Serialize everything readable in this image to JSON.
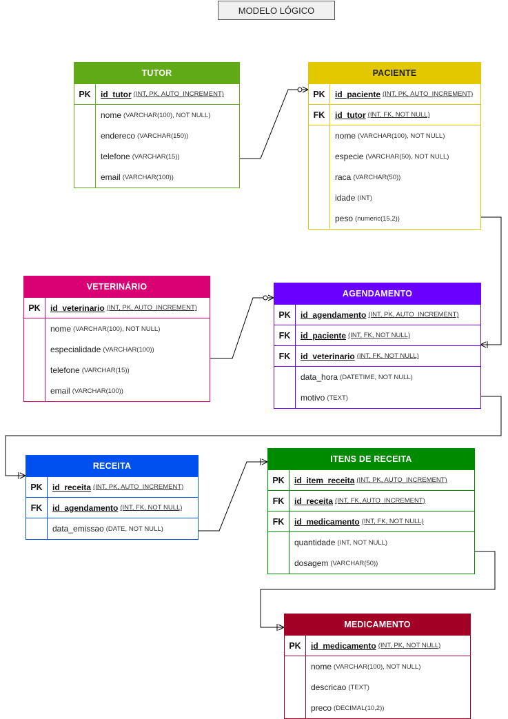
{
  "title": "MODELO LÓGICO",
  "colors": {
    "tutor": "#60a917",
    "paciente": "#e3c800",
    "veterinario": "#d80073",
    "agendamento": "#6a00ff",
    "receita": "#0050ef",
    "itens_receita": "#008a00",
    "medicamento": "#a20025"
  },
  "entities": {
    "tutor": {
      "name": "TUTOR",
      "keys": [
        {
          "tag": "PK",
          "field": "id_tutor",
          "type": "(INT, PK, AUTO_INCREMENT)"
        }
      ],
      "attrs": [
        {
          "field": "nome",
          "type": "(VARCHAR(100), NOT NULL)"
        },
        {
          "field": "endereco",
          "type": "(VARCHAR(150))"
        },
        {
          "field": "telefone",
          "type": "(VARCHAR(15))"
        },
        {
          "field": "email",
          "type": "(VARCHAR(100))"
        }
      ]
    },
    "paciente": {
      "name": "PACIENTE",
      "keys": [
        {
          "tag": "PK",
          "field": "id_paciente",
          "type": "(INT, PK, AUTO_INCREMENT)"
        },
        {
          "tag": "FK",
          "field": "id_tutor",
          "type": "(INT, FK, NOT NULL)"
        }
      ],
      "attrs": [
        {
          "field": "nome",
          "type": "(VARCHAR(100), NOT NULL)"
        },
        {
          "field": "especie",
          "type": "(VARCHAR(50), NOT NULL)"
        },
        {
          "field": "raca",
          "type": "(VARCHAR(50))"
        },
        {
          "field": "idade",
          "type": "(INT)"
        },
        {
          "field": "peso",
          "type": "(numeric(15,2))"
        }
      ]
    },
    "veterinario": {
      "name": "VETERINÁRIO",
      "keys": [
        {
          "tag": "PK",
          "field": "id_veterinario",
          "type": "(INT, PK, AUTO_INCREMENT)"
        }
      ],
      "attrs": [
        {
          "field": "nome",
          "type": "(VARCHAR(100), NOT NULL)"
        },
        {
          "field": "especialidade",
          "type": "(VARCHAR(100))"
        },
        {
          "field": "telefone",
          "type": "(VARCHAR(15))"
        },
        {
          "field": "email",
          "type": "(VARCHAR(100))"
        }
      ]
    },
    "agendamento": {
      "name": "AGENDAMENTO",
      "keys": [
        {
          "tag": "PK",
          "field": "id_agendamento",
          "type": "(INT, PK, AUTO_INCREMENT)"
        },
        {
          "tag": "FK",
          "field": "id_paciente",
          "type": "(INT, FK, NOT NULL)"
        },
        {
          "tag": "FK",
          "field": "id_veterinario",
          "type": "(INT, FK, NOT NULL)"
        }
      ],
      "attrs": [
        {
          "field": "data_hora",
          "type": "(DATETIME, NOT NULL)"
        },
        {
          "field": "motivo",
          "type": "(TEXT)"
        }
      ]
    },
    "receita": {
      "name": "RECEITA",
      "keys": [
        {
          "tag": "PK",
          "field": "id_receita",
          "type": "(INT, PK, AUTO_INCREMENT)"
        },
        {
          "tag": "FK",
          "field": "id_agendamento",
          "type": "(INT, FK, NOT NULL)"
        }
      ],
      "attrs": [
        {
          "field": "data_emissao",
          "type": "(DATE, NOT NULL)"
        }
      ]
    },
    "itens_receita": {
      "name": "ITENS DE RECEITA",
      "keys": [
        {
          "tag": "PK",
          "field": "id_item_receita",
          "type": "(INT, PK, AUTO_INCREMENT)"
        },
        {
          "tag": "FK",
          "field": "id_receita",
          "type": "(INT, FK, AUTO_INCREMENT)"
        },
        {
          "tag": "FK",
          "field": "id_medicamento",
          "type": "(INT, FK, NOT NULL)"
        }
      ],
      "attrs": [
        {
          "field": "quantidade",
          "type": "(INT, NOT NULL)"
        },
        {
          "field": "dosagem",
          "type": "(VARCHAR(50))"
        }
      ]
    },
    "medicamento": {
      "name": "MEDICAMENTO",
      "keys": [
        {
          "tag": "PK",
          "field": "id_medicamento",
          "type": "(INT, PK, NOT NULL)"
        }
      ],
      "attrs": [
        {
          "field": "nome",
          "type": "(VARCHAR(100), NOT NULL)"
        },
        {
          "field": "descricao",
          "type": "(TEXT)"
        },
        {
          "field": "preco",
          "type": "(DECIMAL(10,2))"
        }
      ]
    }
  }
}
